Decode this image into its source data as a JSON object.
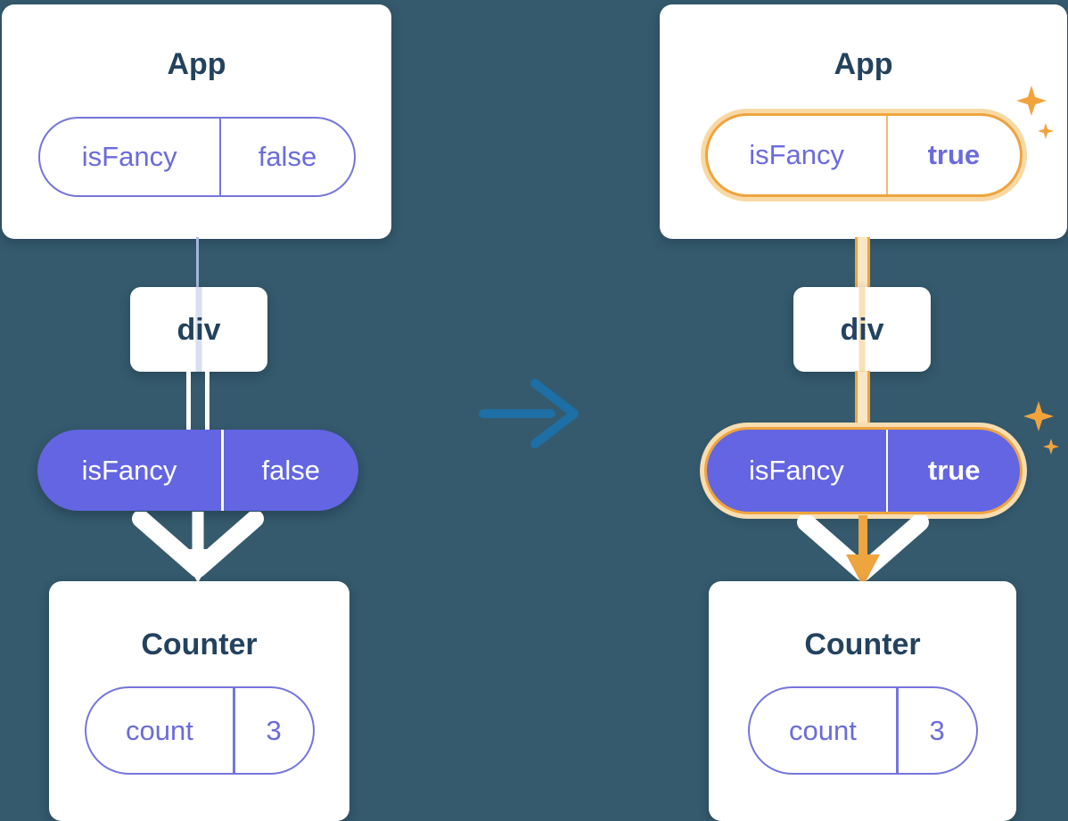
{
  "diagram": {
    "description": "Prop flow: App passes isFancy through div to Counter, before and after state change",
    "bg_color": "#355a6d",
    "accent_purple": "#6365e2",
    "outline_purple": "#7575dc",
    "text_purple": "#6b6bdb",
    "title_color": "#23425e",
    "highlight_orange": "#eea43f",
    "highlight_glow": "#f8d9a5",
    "arrow_blue": "#1d6fa5",
    "icons": {
      "sparkle": "four-point-star",
      "transition": "right-arrow",
      "prop_flow": "down-arrow-chevron"
    }
  },
  "before": {
    "app_title": "App",
    "state_key": "isFancy",
    "state_value": "false",
    "div_label": "div",
    "prop_key": "isFancy",
    "prop_value": "false",
    "counter_title": "Counter",
    "count_key": "count",
    "count_value": "3"
  },
  "after": {
    "app_title": "App",
    "state_key": "isFancy",
    "state_value": "true",
    "div_label": "div",
    "prop_key": "isFancy",
    "prop_value": "true",
    "counter_title": "Counter",
    "count_key": "count",
    "count_value": "3"
  }
}
